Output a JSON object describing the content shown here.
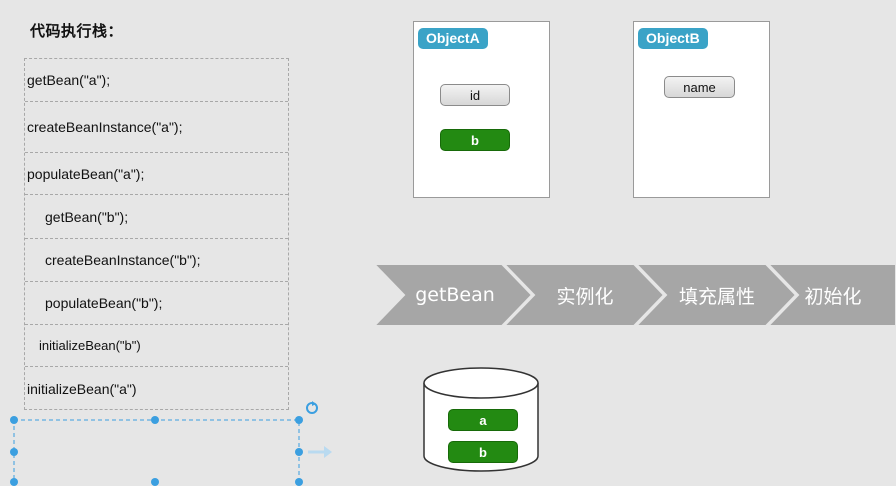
{
  "stack": {
    "title": "代码执行栈：",
    "frames": [
      "getBean(\"a\");",
      "createBeanInstance(\"a\");",
      "populateBean(\"a\");",
      "getBean(\"b\");",
      "createBeanInstance(\"b\");",
      "populateBean(\"b\");",
      "initializeBean(\"b\")",
      "initializeBean(\"a\")"
    ]
  },
  "objects": [
    {
      "name": "ObjectA",
      "fields": [
        {
          "label": "id",
          "style": "gray"
        },
        {
          "label": "b",
          "style": "green"
        }
      ]
    },
    {
      "name": "ObjectB",
      "fields": [
        {
          "label": "name",
          "style": "gray"
        }
      ]
    }
  ],
  "flow": {
    "steps": [
      "getBean",
      "实例化",
      "填充属性",
      "初始化"
    ]
  },
  "cache": {
    "items": [
      "a",
      "b"
    ]
  },
  "colors": {
    "background": "#e6e6e6",
    "object_tag": "#3aa3c7",
    "green_field": "#238a12",
    "arrow_fill": "#a6a6a6",
    "selection": "#3b9fe0"
  }
}
